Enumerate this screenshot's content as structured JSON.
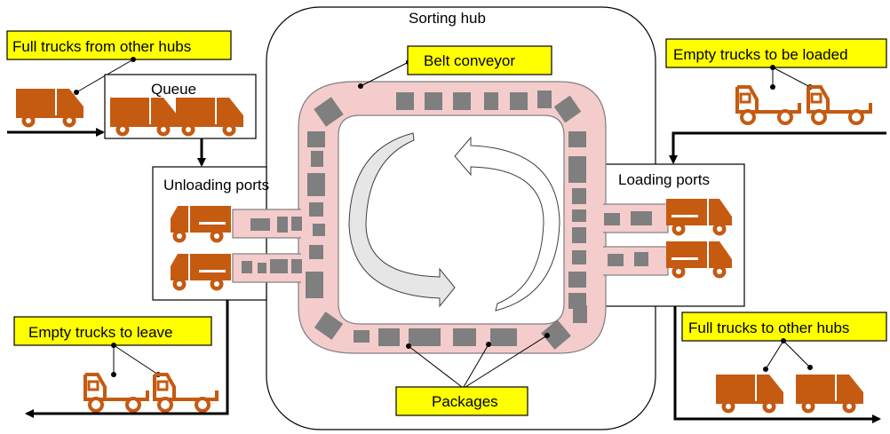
{
  "labels": {
    "sorting_hub": "Sorting hub",
    "belt_conveyor": "Belt conveyor",
    "queue": "Queue",
    "unloading_ports": "Unloading ports",
    "loading_ports": "Loading ports",
    "full_trucks_from": "Full trucks from other hubs",
    "empty_trucks_loaded": "Empty trucks to be loaded",
    "empty_trucks_leave": "Empty trucks to leave",
    "full_trucks_to": "Full trucks to other hubs",
    "packages": "Packages"
  },
  "colors": {
    "truck": "#c55a11",
    "belt": "#f4cccc",
    "package": "#7f7f7f",
    "callout": "#ffff00"
  }
}
